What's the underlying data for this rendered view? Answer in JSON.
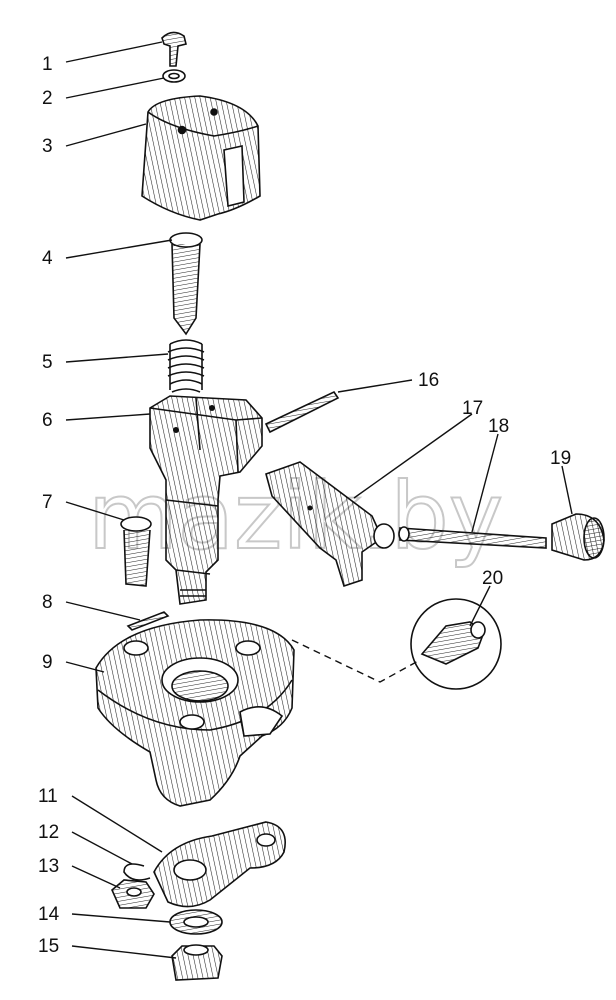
{
  "watermark": "mazik.by",
  "callouts": [
    {
      "n": "1",
      "part": "screw"
    },
    {
      "n": "2",
      "part": "washer"
    },
    {
      "n": "3",
      "part": "cap"
    },
    {
      "n": "4",
      "part": "plunger"
    },
    {
      "n": "5",
      "part": "spring"
    },
    {
      "n": "6",
      "part": "valve-body"
    },
    {
      "n": "7",
      "part": "bolt"
    },
    {
      "n": "8",
      "part": "pin"
    },
    {
      "n": "9",
      "part": "flange"
    },
    {
      "n": "11",
      "part": "lever-plate"
    },
    {
      "n": "12",
      "part": "snap-ring"
    },
    {
      "n": "13",
      "part": "nut"
    },
    {
      "n": "14",
      "part": "washer"
    },
    {
      "n": "15",
      "part": "castle-nut"
    },
    {
      "n": "16",
      "part": "rod"
    },
    {
      "n": "17",
      "part": "lever"
    },
    {
      "n": "18",
      "part": "shaft"
    },
    {
      "n": "19",
      "part": "knob"
    },
    {
      "n": "20",
      "part": "grease-fitting"
    }
  ]
}
